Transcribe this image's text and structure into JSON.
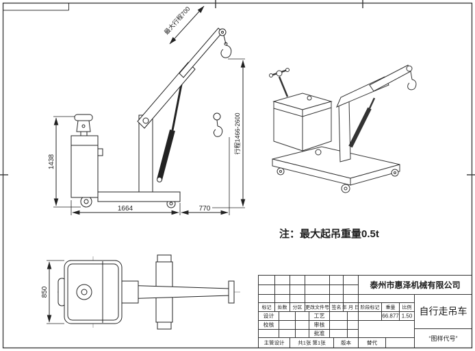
{
  "sheet": {
    "note": "注：最大起吊重量0.5t"
  },
  "dimensions": {
    "overall_height": "1438",
    "base_length": "1664",
    "boom_overhang": "770",
    "hook_travel": "行程1466-2600",
    "max_travel": "最大行程700",
    "base_width": "850"
  },
  "title_block": {
    "company": "泰州市惠泽机械有限公司",
    "product": "自行走吊车",
    "drawing_code": "“图样代号”",
    "rev_header": [
      "标记",
      "处数",
      "分区",
      "更改文件号",
      "签名",
      "年 月 日"
    ],
    "stage_header": [
      "阶段标记",
      "重量",
      "比例"
    ],
    "weight_value": "66.877",
    "scale_value": "1.50",
    "sig_design": "设计",
    "sig_check": "校核",
    "sig_chief": "主管设计",
    "sig_process": "工艺",
    "sig_audit": "审核",
    "sig_approve": "批准",
    "sheet_count": "共1张 第1张",
    "version_label": "版本",
    "replace_label": "替代"
  },
  "colors": {
    "line": "#222222",
    "company_text": "#223a8f"
  }
}
